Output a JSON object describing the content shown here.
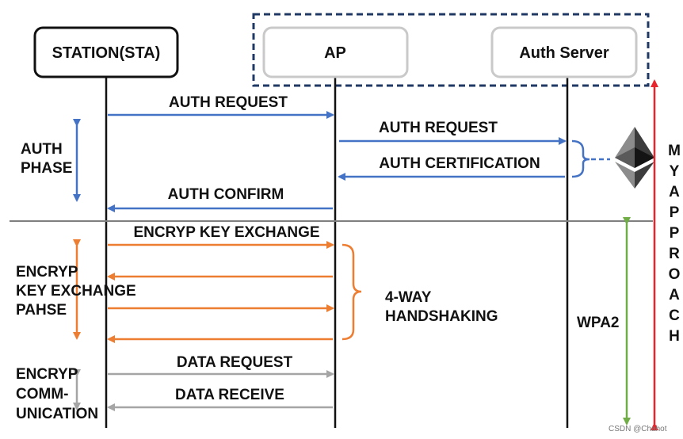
{
  "colors": {
    "blue": "#4472c4",
    "orange": "#ed7d31",
    "gray": "#a5a5a5",
    "navy": "#1f3864",
    "green": "#70ad47",
    "red": "#e8242c",
    "divider": "#7f7f7f"
  },
  "entities": {
    "station": "STATION(STA)",
    "ap": "AP",
    "auth_server": "Auth Server"
  },
  "phases": {
    "auth_phase": [
      "AUTH",
      "PHASE"
    ],
    "key_exchange_phase": [
      "ENCRYP",
      "KEY EXCHANGE",
      "PAHSE"
    ],
    "communication_phase": [
      "ENCRYP",
      "COMM-",
      "UNICATION"
    ]
  },
  "messages": {
    "sta_ap_auth_request": "AUTH REQUEST",
    "ap_as_auth_request": "AUTH REQUEST",
    "as_ap_auth_certification": "AUTH CERTIFICATION",
    "ap_sta_auth_confirm": "AUTH CONFIRM",
    "encryp_key_exchange": "ENCRYP KEY EXCHANGE",
    "data_request": "DATA REQUEST",
    "data_receive": "DATA RECEIVE"
  },
  "annotations": {
    "four_way": [
      "4-WAY",
      "HANDSHAKING"
    ],
    "wpa2": "WPA2",
    "my_approach_letters": [
      "M",
      "Y",
      "A",
      "P",
      "P",
      "R",
      "O",
      "A",
      "C",
      "H"
    ],
    "ethereum_icon": "ethereum-logo-icon"
  },
  "watermark": "CSDN @Chahot"
}
